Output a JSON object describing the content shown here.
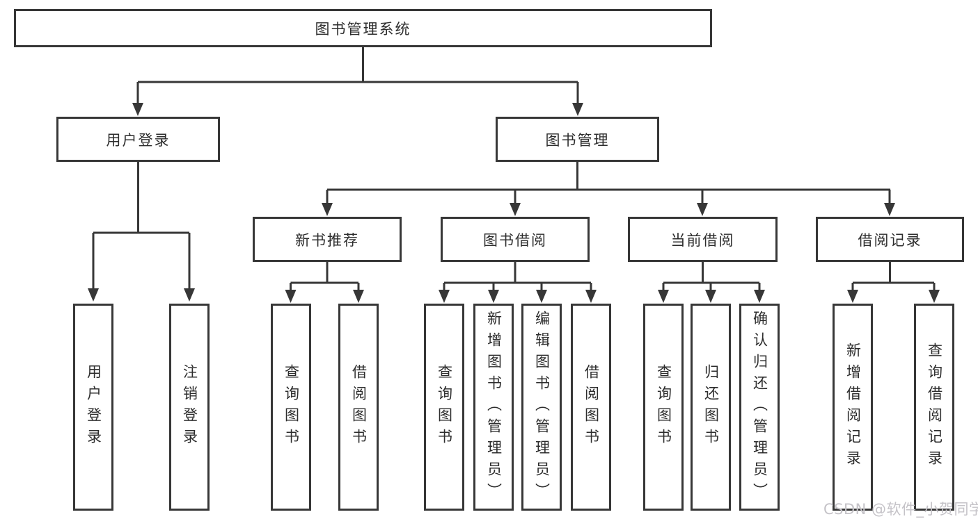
{
  "tree": {
    "root": {
      "label": "图书管理系统"
    },
    "branches": [
      {
        "label": "用户登录",
        "leaves": [
          {
            "label": "用户登录"
          },
          {
            "label": "注销登录"
          }
        ]
      },
      {
        "label": "图书管理",
        "groups": [
          {
            "label": "新书推荐",
            "leaves": [
              {
                "label": "查询图书"
              },
              {
                "label": "借阅图书"
              }
            ]
          },
          {
            "label": "图书借阅",
            "leaves": [
              {
                "label": "查询图书"
              },
              {
                "label": "新增图书（管理员）"
              },
              {
                "label": "编辑图书（管理员）"
              },
              {
                "label": "借阅图书"
              }
            ]
          },
          {
            "label": "当前借阅",
            "leaves": [
              {
                "label": "查询图书"
              },
              {
                "label": "归还图书"
              },
              {
                "label": "确认归还（管理员）"
              }
            ]
          },
          {
            "label": "借阅记录",
            "leaves": [
              {
                "label": "新增借阅记录"
              },
              {
                "label": "查询借阅记录"
              }
            ]
          }
        ]
      }
    ]
  },
  "watermark": {
    "text": "CSDN @软件_小贺同学",
    "color": "#c5c3c8"
  },
  "colors": {
    "line": "#373737",
    "text": "#2d2d2d",
    "background": "#ffffff"
  }
}
